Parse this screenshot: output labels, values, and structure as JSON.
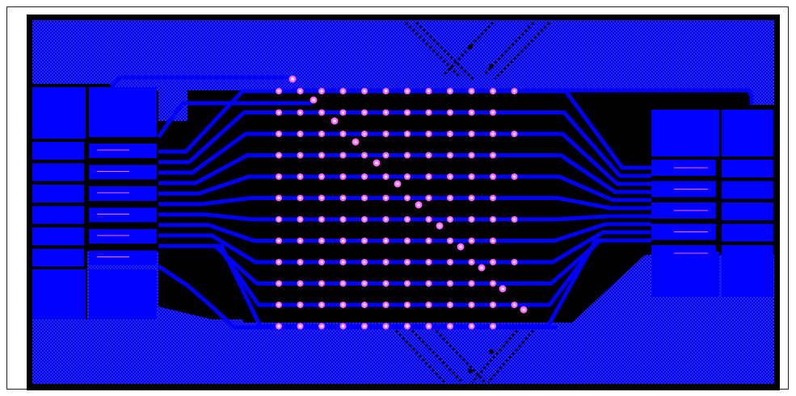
{
  "diagram": {
    "kind": "pcb-layout",
    "colors": {
      "background": "#ffffff",
      "board": "#000000",
      "copper": "#0000ff",
      "hatch_dot": "#3a3aff",
      "hatch_dark": "#000080",
      "via_ring": "#ff66ff",
      "via_hole": "#ffffff",
      "pad_highlight": "#ff66ff"
    },
    "left_connector": {
      "pin_count": 10
    },
    "right_connector": {
      "pin_count": 10
    },
    "via_grid": {
      "rows": 12,
      "columns": 12
    },
    "trace_count": 12
  }
}
